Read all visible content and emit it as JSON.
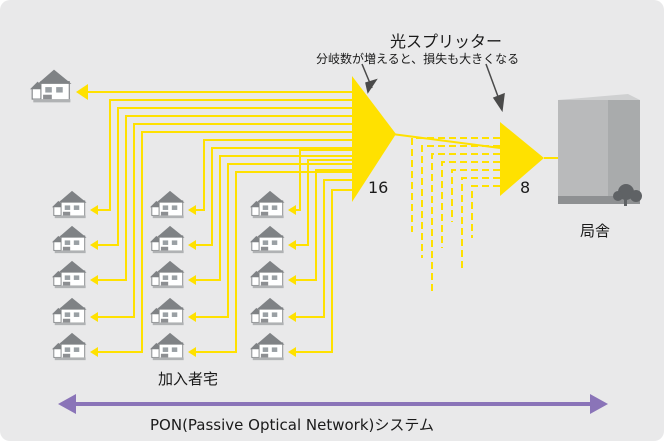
{
  "colors": {
    "background": "#e9e9ea",
    "fiber": "#ffe100",
    "building": "#b9babb",
    "arrow": "#8a74b8",
    "house_roof": "#7f8285",
    "house_wall": "#ffffff"
  },
  "labels": {
    "splitter_title": "光スプリッター",
    "splitter_note": "分岐数が増えると、損失も大きくなる",
    "split_ratio_first": "16",
    "split_ratio_second": "8",
    "central_office": "局舎",
    "subscribers": "加入者宅",
    "system_name": "PON(Passive Optical Network)システム"
  },
  "icons": {
    "house": "house-icon",
    "building": "central-office-building-icon",
    "splitter": "optical-splitter-triangle",
    "trees": "tree-icon",
    "arrow": "double-headed-arrow"
  }
}
